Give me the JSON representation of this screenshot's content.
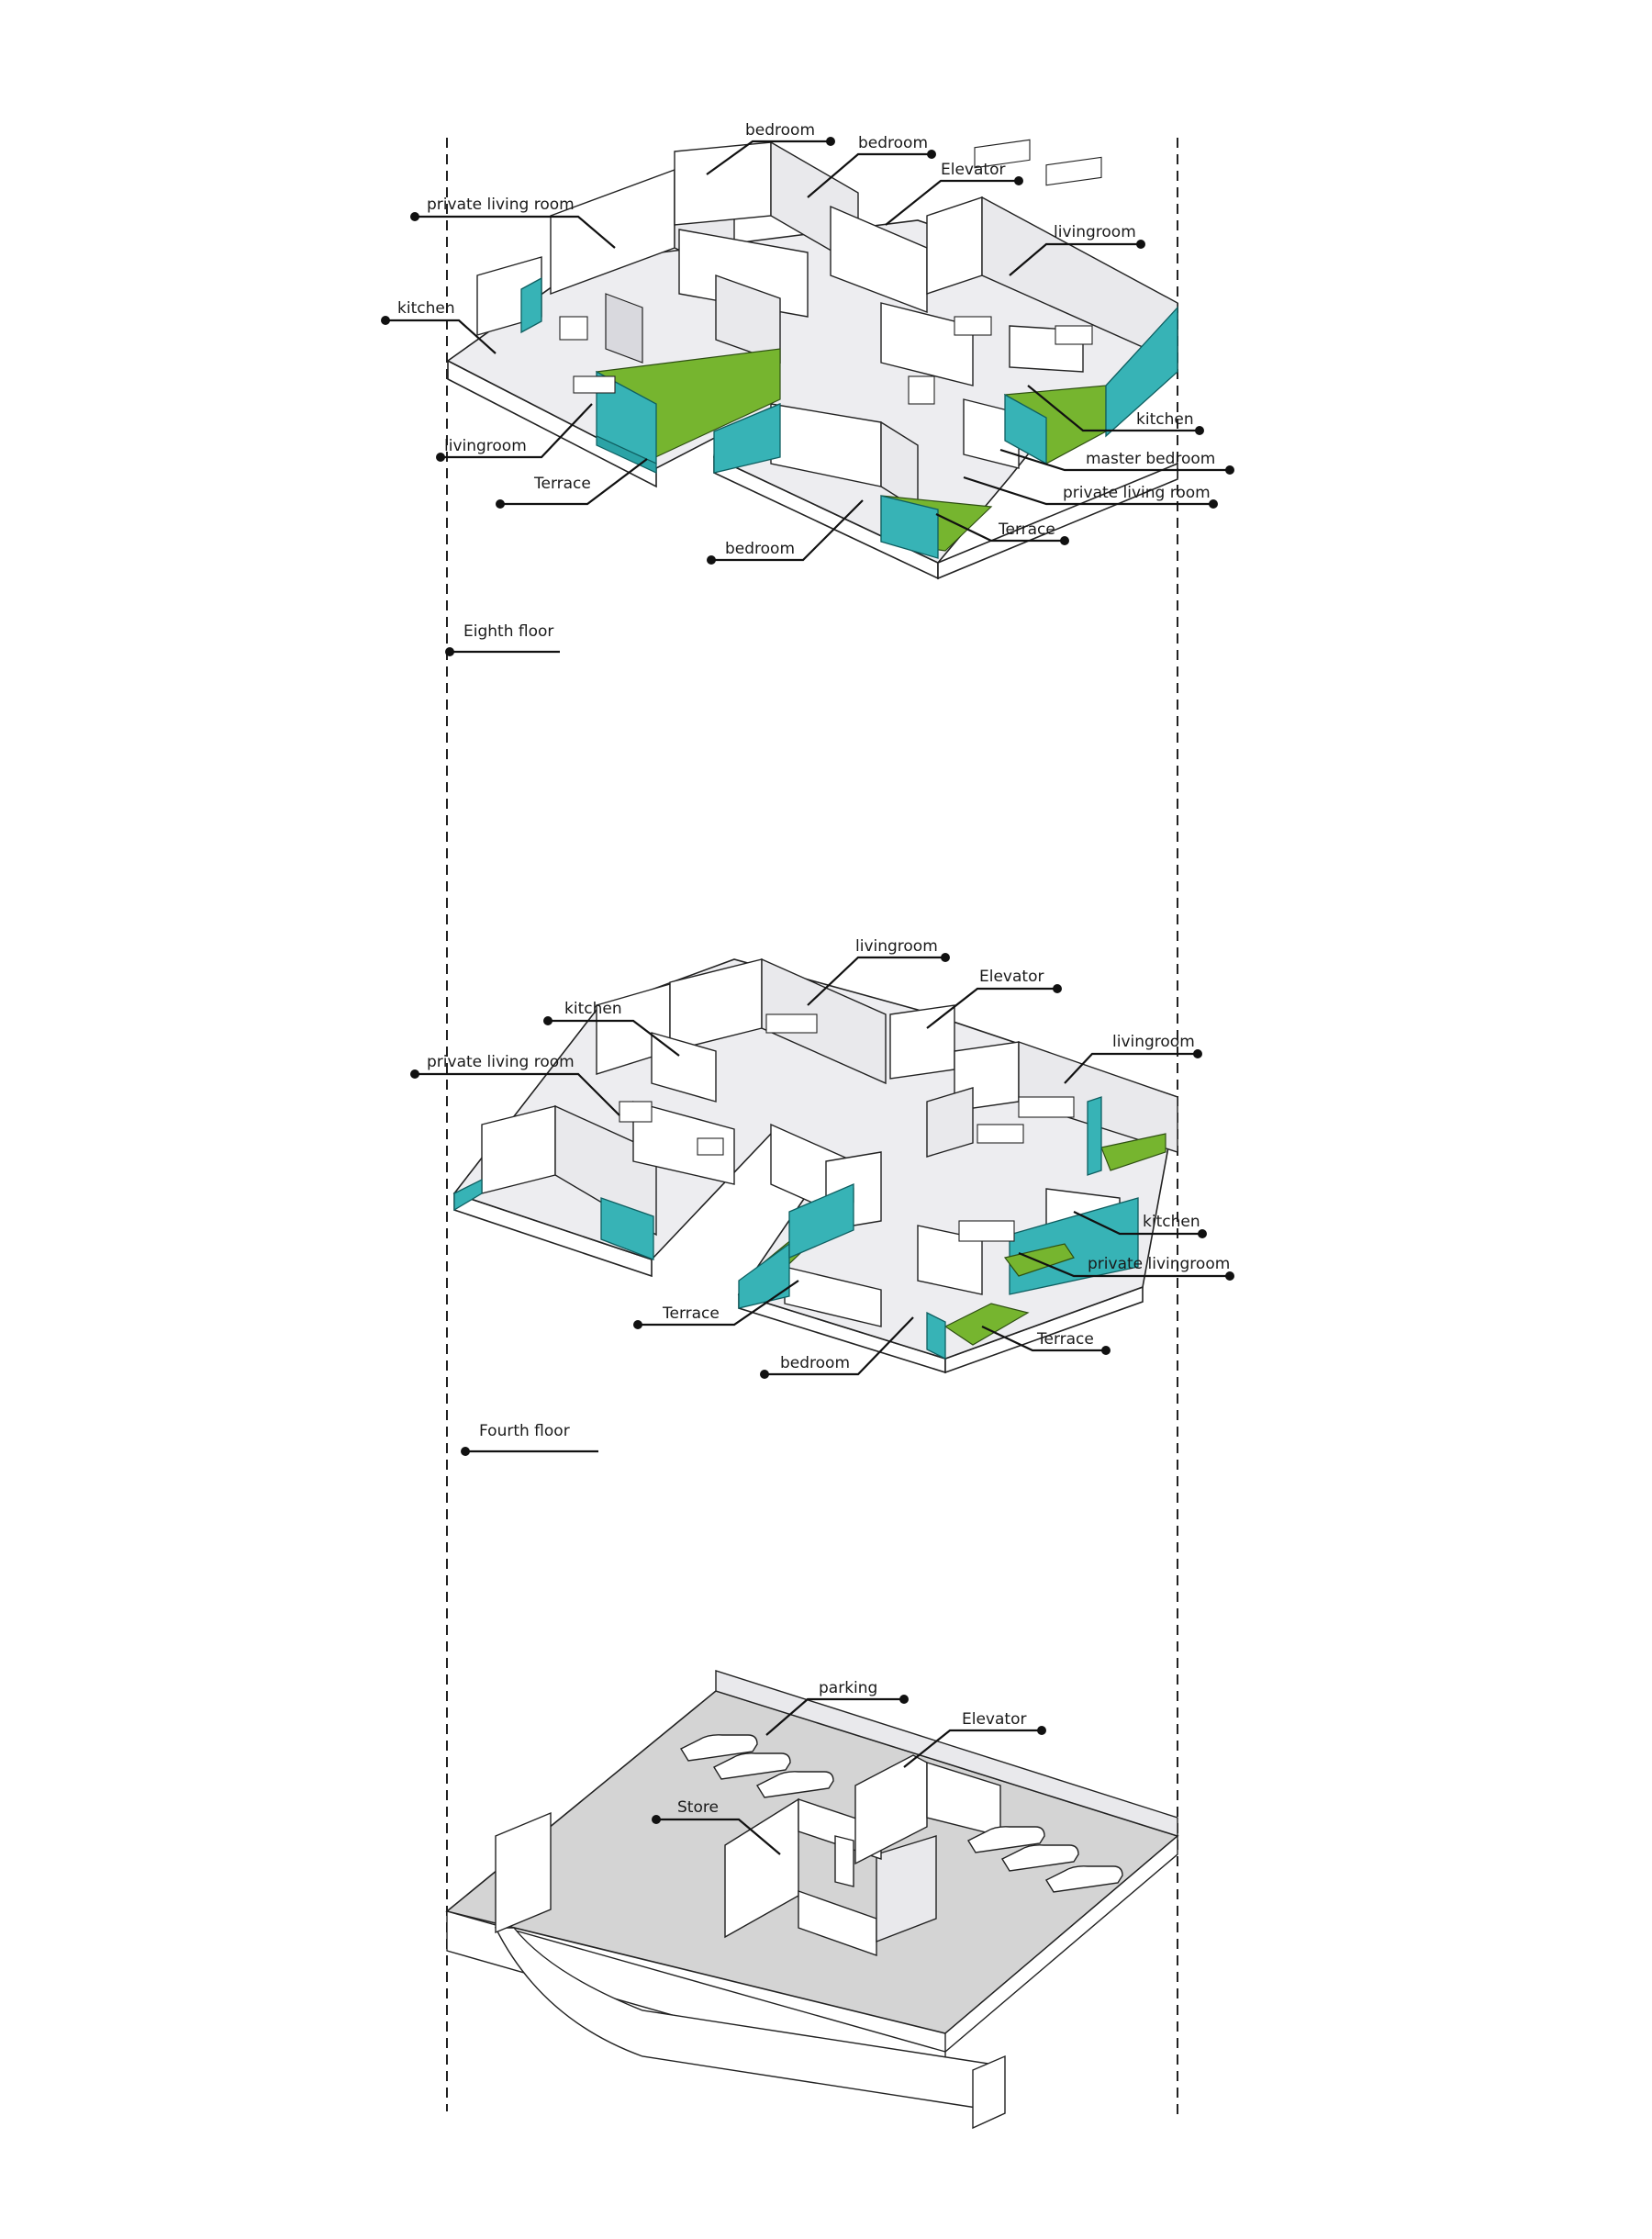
{
  "eighth_floor": {
    "title": "Eighth floor",
    "labels": {
      "bedroom_top_left": "bedroom",
      "bedroom_top_right": "bedroom",
      "elevator": "Elevator",
      "private_living_room_left": "private living room",
      "livingroom_right": "livingroom",
      "kitchen_left": "kitchen",
      "kitchen_right": "kitchen",
      "master_bedroom": "master bedroom",
      "private_living_room_right": "private living room",
      "livingroom_left": "livingroom",
      "terrace_left": "Terrace",
      "terrace_right": "Terrace",
      "bedroom_bottom": "bedroom"
    }
  },
  "fourth_floor": {
    "title": "Fourth floor",
    "labels": {
      "livingroom_top": "livingroom",
      "elevator": "Elevator",
      "kitchen_left": "kitchen",
      "livingroom_right": "livingroom",
      "private_living_room_left": "private living room",
      "kitchen_right": "kitchen",
      "private_living_room_right": "private livingroom",
      "terrace_left": "Terrace",
      "terrace_right": "Terrace",
      "bedroom": "bedroom"
    }
  },
  "basement": {
    "labels": {
      "parking": "parking",
      "elevator": "Elevator",
      "store": "Store"
    }
  },
  "colors": {
    "terrace_green": "#76b52f",
    "glass_teal": "#37b3b6",
    "floor_grey": "#d4d4d4",
    "line": "#111111"
  }
}
